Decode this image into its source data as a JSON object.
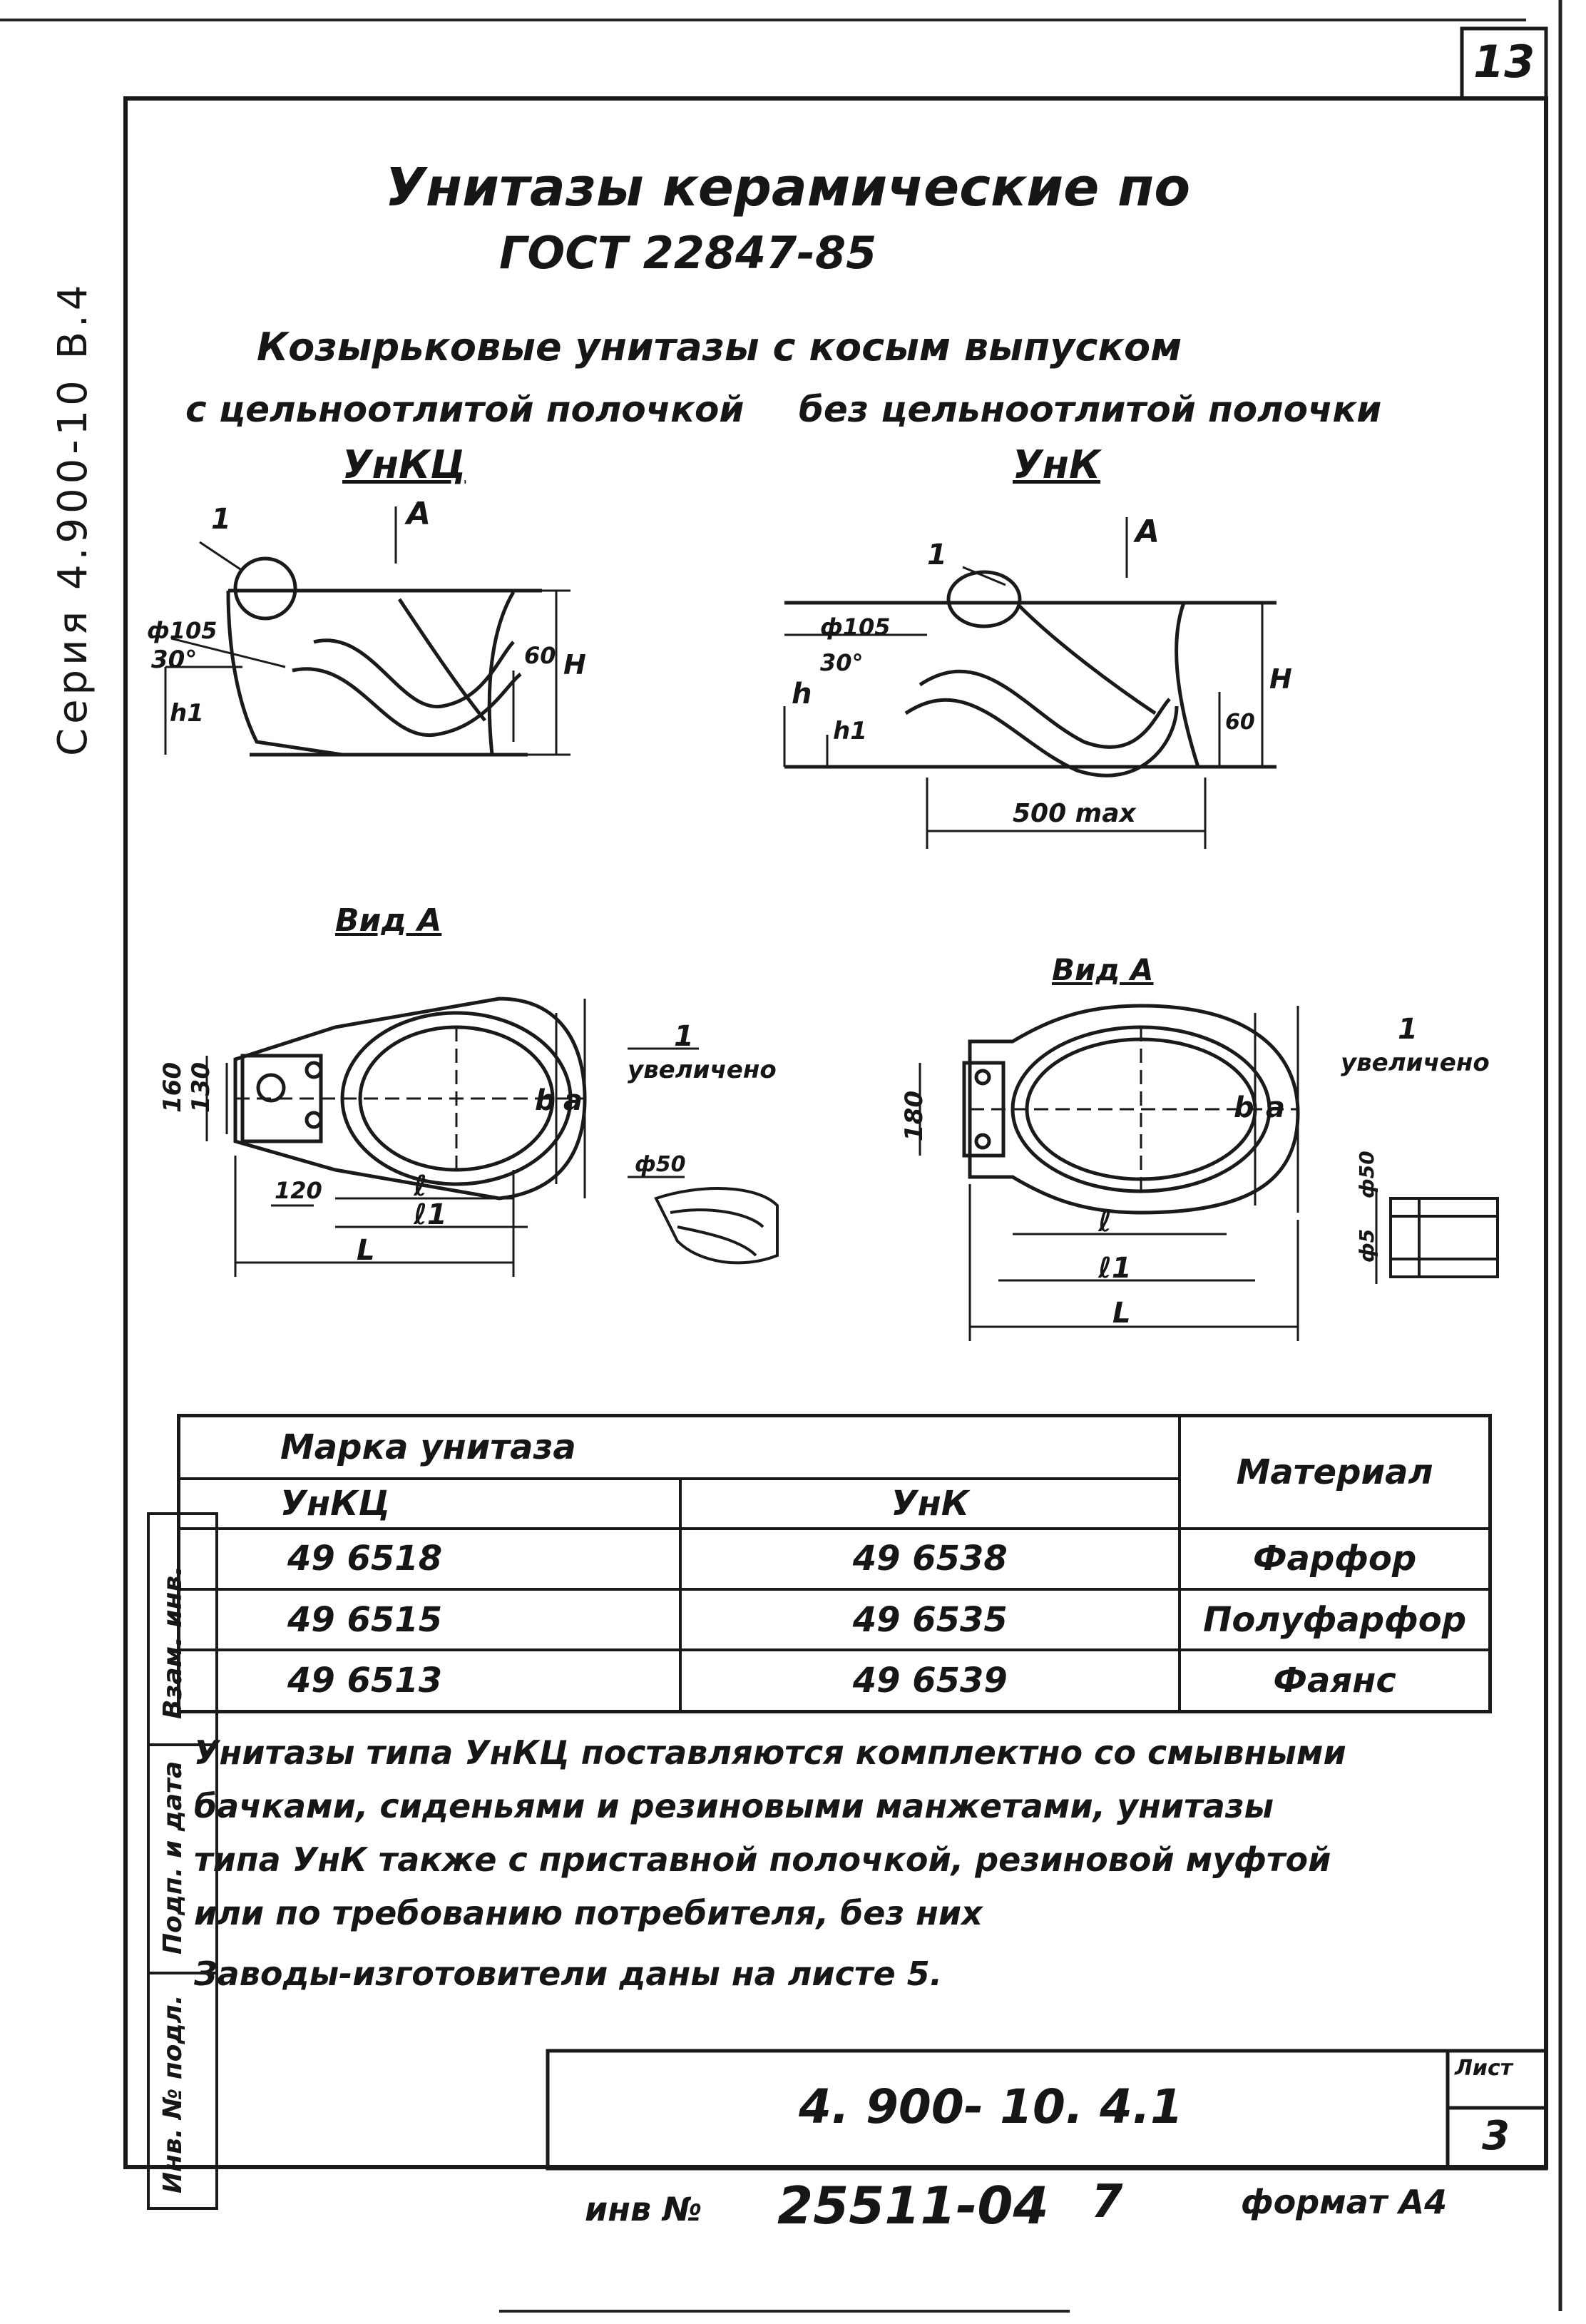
{
  "sheet_number": "13",
  "series_label": "Серия 4.900-10 В.4",
  "title": {
    "line1": "Унитазы керамические по",
    "line2": "ГОСТ 22847-85"
  },
  "subtitle": {
    "line1": "Козырьковые унитазы с косым выпуском",
    "left": "с цельноотлитой полочкой",
    "right": "без цельноотлитой полочки"
  },
  "drawings": {
    "left": {
      "name": "УнКЦ",
      "callout": "1",
      "section_mark": "А",
      "dim_diam": "ф105",
      "dim_angle": "30°",
      "dim_h1": "h1",
      "dim_60": "60",
      "dim_H": "H",
      "view_label": "Вид А",
      "dim_160": "160",
      "dim_130": "130",
      "dim_120": "120",
      "dim_b": "b",
      "dim_a": "a",
      "dim_l": "ℓ",
      "dim_l1": "ℓ1",
      "dim_L": "L",
      "detail_scale": "1",
      "detail_label": "увеличено",
      "detail_dim": "ф50"
    },
    "right": {
      "name": "УнК",
      "callout": "1",
      "section_mark": "А",
      "dim_diam": "ф105",
      "dim_angle": "30°",
      "dim_h": "h",
      "dim_h1": "h1",
      "dim_60": "60",
      "dim_H": "H",
      "dim_500": "500 max",
      "view_label": "Вид А",
      "dim_180": "180",
      "dim_b": "b",
      "dim_a": "a",
      "dim_l": "ℓ",
      "dim_l1": "ℓ1",
      "dim_L": "L",
      "detail_scale": "1",
      "detail_label": "увеличено",
      "detail_dim": "ф50",
      "detail_dim2": "ф5"
    }
  },
  "table": {
    "header_group": "Марка унитаза",
    "col1": "УнКЦ",
    "col2": "УнК",
    "col3": "Материал",
    "rows": [
      {
        "c1": "49 6518",
        "c2": "49 6538",
        "c3": "Фарфор"
      },
      {
        "c1": "49 6515",
        "c2": "49 6535",
        "c3": "Полуфарфор"
      },
      {
        "c1": "49 6513",
        "c2": "49 6539",
        "c3": "Фаянс"
      }
    ]
  },
  "note": [
    "Унитазы типа УнКЦ поставляются комплектно со смывными",
    "бачками, сиденьями и резиновыми манжетами, унитазы",
    "типа УнК также с приставной полочкой, резиновой муфтой",
    "или по требованию потребителя, без них",
    "Заводы-изготовители даны на листе 5."
  ],
  "stamp_labels": [
    "Взам. инв.",
    "Подп. и дата",
    "Инв. № подл."
  ],
  "title_block": {
    "code": "4. 900- 10. 4.1",
    "sheet_label": "Лист",
    "sheet_value": "3"
  },
  "footer": {
    "inv_label": "инв №",
    "inv_number": "25511-04",
    "extra": "7",
    "format": "формат А4"
  }
}
